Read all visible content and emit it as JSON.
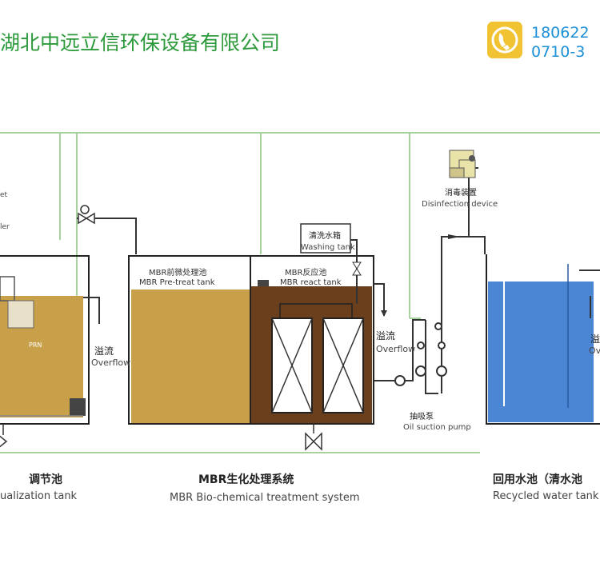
{
  "header": {
    "company_name": "湖北中远立信环保设备有限公司",
    "phone_line_1": "180622",
    "phone_line_2": "0710-3"
  },
  "icons": {
    "phone": "phone-icon"
  },
  "colors": {
    "company_green": "#2c9a3a",
    "phone_blue": "#1c8fd6",
    "phone_icon_bg": "#f1c232",
    "sludge_water": "#c8a04a",
    "mbr_tank": "#6b3f1c",
    "recycled_water": "#4b86d4",
    "air_pipe": "#a8d1a0"
  },
  "labels": {
    "left_edge_1": "et",
    "left_edge_2": "ler",
    "left_pump": "PRN",
    "overflow_1_cn": "溢流",
    "overflow_1_en": "Overflow",
    "mbr_pretreat_cn": "MBR前微处理池",
    "mbr_pretreat_en": "MBR Pre-treat tank",
    "mbr_react_cn": "MBR反应池",
    "mbr_react_en": "MBR react tank",
    "washing_cn": "清洗水箱",
    "washing_en": "Washing tank",
    "disinfection_cn": "消毒装置",
    "disinfection_en": "Disinfection device",
    "overflow_2_cn": "溢流",
    "overflow_2_en": "Overflow",
    "oil_pump_cn": "抽吸泵",
    "oil_pump_en": "Oil suction pump",
    "overflow_3_cn": "溢",
    "overflow_3_en": "Ov",
    "equalization_cn": "调节池",
    "equalization_en": "ualization tank",
    "mbr_system_cn": "MBR生化处理系统",
    "mbr_system_en": "MBR Bio-chemical treatment system",
    "recycled_cn": "回用水池（清水池",
    "recycled_en": "Recycled water tank"
  }
}
